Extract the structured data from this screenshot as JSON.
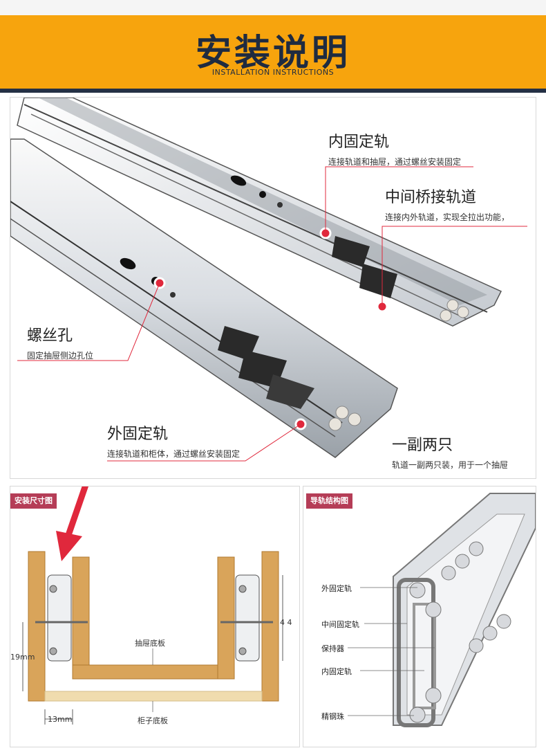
{
  "header": {
    "title": "安装说明",
    "subtitle": "INSTALLATION INSTRUCTIONS"
  },
  "photo_labels": {
    "inner_rail": {
      "title": "内固定轨",
      "desc": "连接轨道和抽屉，通过螺丝安装固定"
    },
    "middle_rail": {
      "title": "中间桥接轨道",
      "desc": "连接内外轨道，实现全拉出功能，"
    },
    "screw_hole": {
      "title": "螺丝孔",
      "desc": "固定抽屉侧边孔位"
    },
    "outer_rail": {
      "title": "外固定轨",
      "desc": "连接轨道和柜体，通过螺丝安装固定"
    },
    "pair": {
      "title": "一副两只",
      "desc": "轨道一副两只装，用于一个抽屉"
    }
  },
  "dimension_panel": {
    "tag": "安装尺寸图",
    "drawer_bottom": "抽屉底板",
    "cabinet_bottom": "柜子底板",
    "dim_height": "19mm",
    "dim_width": "13mm",
    "dim_44": "4 4"
  },
  "structure_panel": {
    "tag": "导轨结构图",
    "labels": [
      "外固定轨",
      "中间固定轨",
      "保持器",
      "内固定轨",
      "精钢珠"
    ]
  },
  "colors": {
    "header_band": "#f7a40d",
    "header_bar": "#243045",
    "tag_bg": "#b53d57",
    "wood": "#d9a45a",
    "arrow": "#e0283c"
  }
}
